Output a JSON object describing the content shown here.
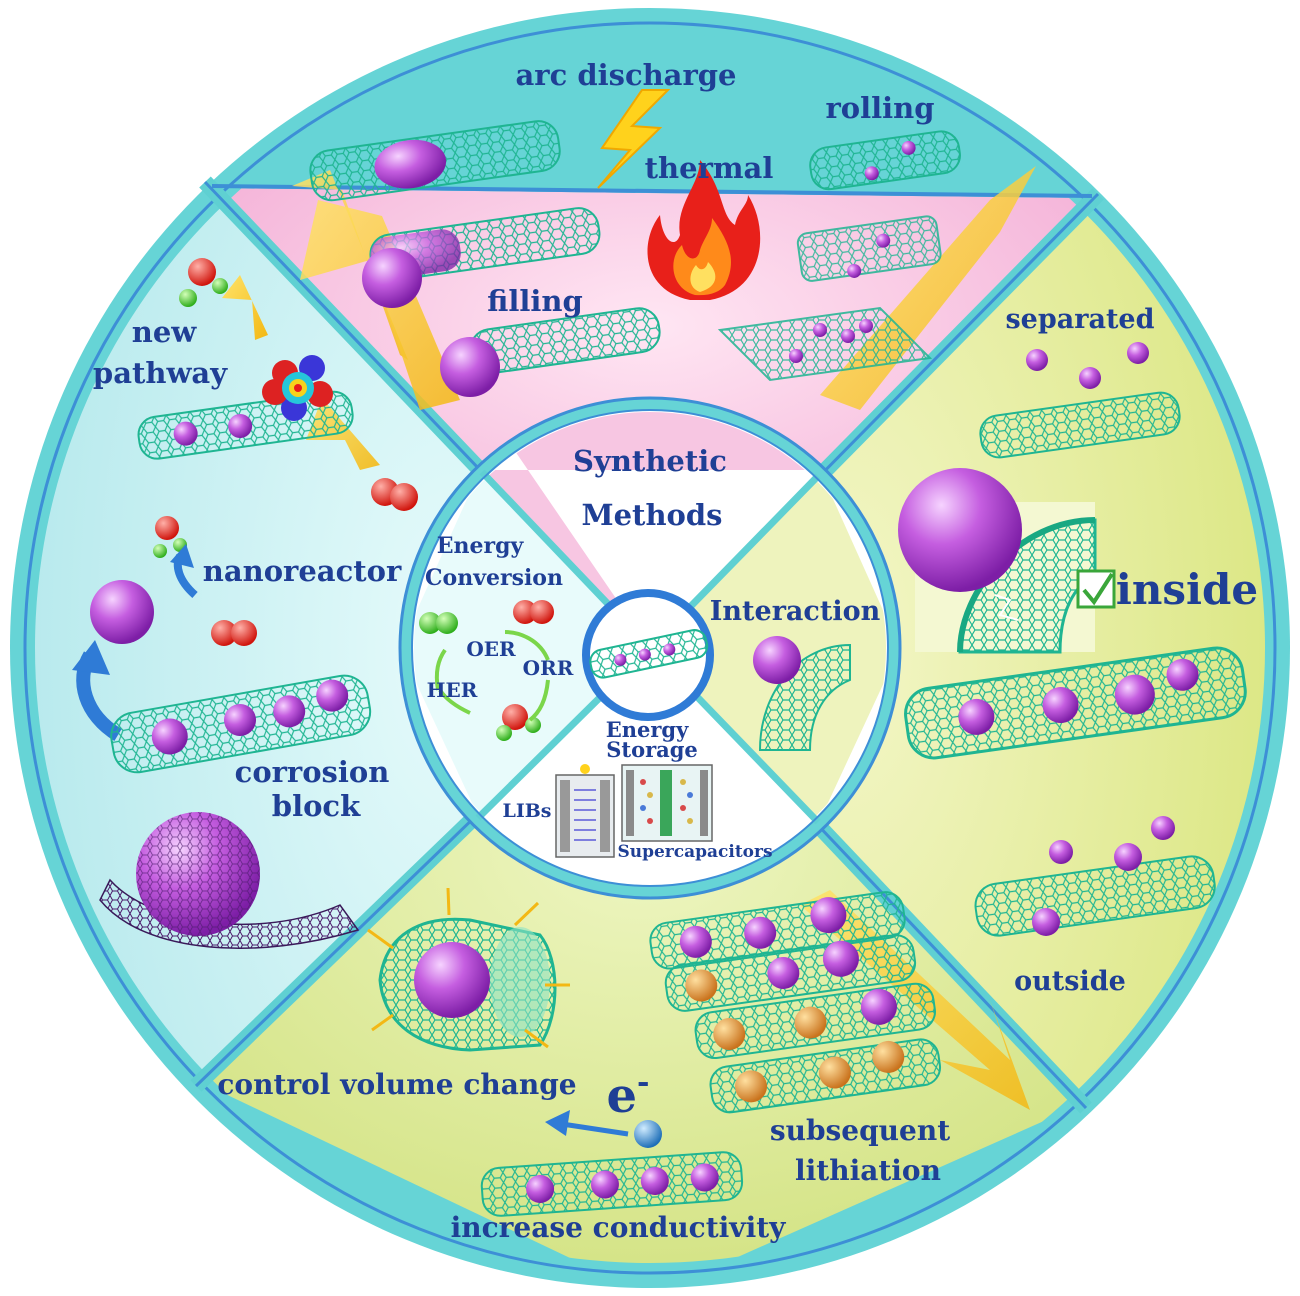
{
  "synthetic_methods": {
    "arc_discharge": "arc discharge",
    "rolling": "rolling",
    "thermal": "thermal",
    "filling": "filling"
  },
  "interaction": {
    "separated": "separated",
    "inside": "inside",
    "outside": "outside"
  },
  "energy_storage_apps": {
    "control_volume_change": "control volume change",
    "electron": "e",
    "electron_sign": "-",
    "subsequent": "subsequent",
    "lithiation": "lithiation",
    "increase_conductivity": "increase conductivity"
  },
  "energy_conversion_apps": {
    "new": "new",
    "pathway": "pathway",
    "nanoreactor": "nanoreactor",
    "corrosion": "corrosion",
    "block": "block"
  },
  "inner": {
    "synthetic": "Synthetic",
    "methods": "Methods",
    "energy": "Energy",
    "conversion": "Conversion",
    "oer": "OER",
    "orr": "ORR",
    "her": "HER",
    "interaction": "Interaction",
    "energy2": "Energy",
    "storage": "Storage",
    "libs": "LIBs",
    "supercapacitors": "Supercapacitors"
  },
  "colors": {
    "ring": "#5fd0d2",
    "ring_line": "#3d8fd6",
    "top_sector": "#f6b8da",
    "right_sector": "#e2ea8a",
    "bottom_sector": "#dcea86",
    "left_sector": "#bfeef0",
    "nanotube": "#2fc79f",
    "particle": "#b845d8",
    "label": "#1f3f95"
  }
}
